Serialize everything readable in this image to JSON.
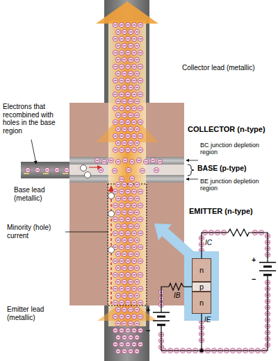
{
  "diagram": {
    "nodes": [
      {
        "text": [
          "n"
        ]
      },
      {
        "text": [
          "p"
        ]
      },
      {
        "text": [
          "n"
        ]
      }
    ],
    "labels": [
      "Collector lead (metallic)",
      "Electrons that recombined with holes in the base region",
      "COLLECTOR (n-type)",
      "BC junction depletion region",
      "BASE (p-type)",
      "BE junction depletion region",
      "EMITTER (n-type)",
      "Base lead (metallic)",
      "Minority (hole) current",
      "Emitter lead (metallic)",
      "IC",
      "+",
      "−",
      "IB",
      "+",
      "−",
      "IE"
    ]
  }
}
